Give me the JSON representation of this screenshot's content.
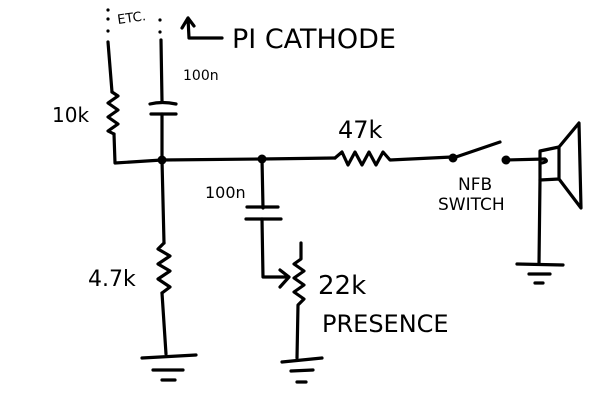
{
  "diagram": {
    "title": "Presence control / NFB switch circuit (hand-drawn)",
    "style": "hand-drawn schematic",
    "ink_color": "#000000",
    "background": "#ffffff",
    "labels": {
      "etc": "ETC.",
      "pi_cathode": "PI CATHODE",
      "cap_top": "100n",
      "r_top": "10k",
      "r_feedback": "47k",
      "nfb_line1": "NFB",
      "nfb_line2": "SWITCH",
      "cap_presence": "100n",
      "pot_value": "22k",
      "pot_name": "PRESENCE",
      "r_bottom": "4.7k"
    },
    "components": [
      {
        "id": "R1",
        "type": "resistor",
        "value": "10k"
      },
      {
        "id": "C1",
        "type": "capacitor",
        "value": "100n",
        "note": "to PI cathode"
      },
      {
        "id": "R2",
        "type": "resistor",
        "value": "4.7k",
        "to": "ground"
      },
      {
        "id": "C2",
        "type": "capacitor",
        "value": "100n"
      },
      {
        "id": "VR1",
        "type": "potentiometer",
        "value": "22k",
        "name": "PRESENCE",
        "to": "ground"
      },
      {
        "id": "R3",
        "type": "resistor",
        "value": "47k"
      },
      {
        "id": "SW1",
        "type": "switch",
        "name": "NFB SWITCH",
        "state": "open"
      },
      {
        "id": "SPK",
        "type": "speaker",
        "to": "ground"
      }
    ]
  }
}
